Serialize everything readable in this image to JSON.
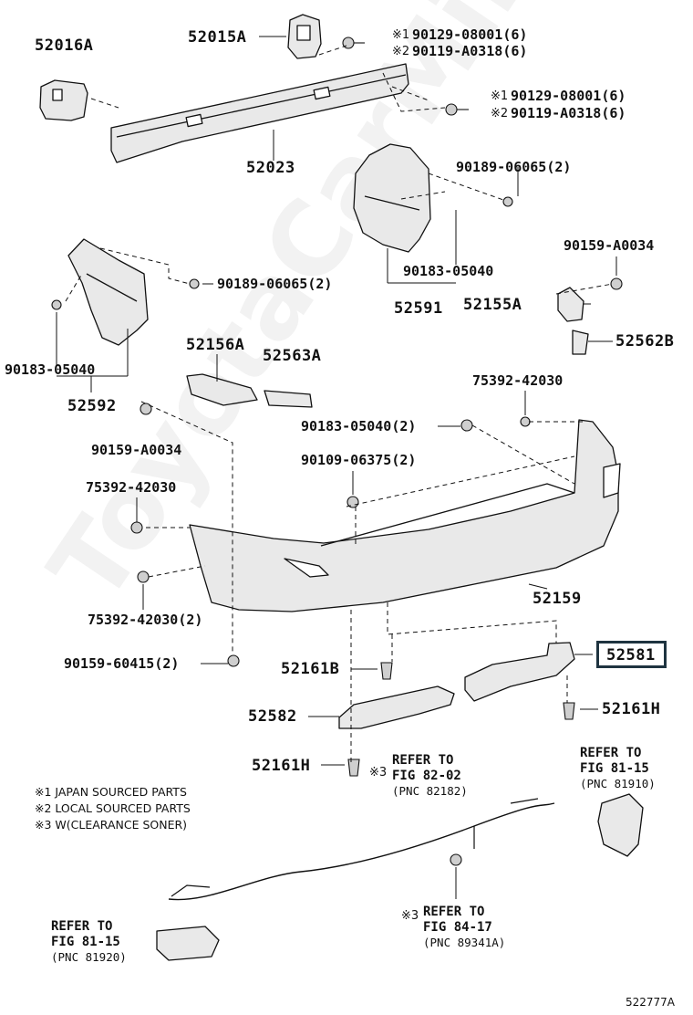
{
  "parts": {
    "p52016A": "52016A",
    "p52015A": "52015A",
    "p52023": "52023",
    "p90189_a": "90189-06065(2)",
    "p90189_b": "90189-06065(2)",
    "p90183_a": "90183-05040",
    "p90183_b": "90183-05040",
    "p90183_c": "90183-05040(2)",
    "p52591": "52591",
    "p52592": "52592",
    "p90159_a": "90159-A0034",
    "p90159_b": "90159-A0034",
    "p52155A": "52155A",
    "p52562B": "52562B",
    "p52156A": "52156A",
    "p52563A": "52563A",
    "p75392_a": "75392-42030",
    "p75392_b": "75392-42030",
    "p75392_c": "75392-42030(2)",
    "p90109": "90109-06375(2)",
    "p52159": "52159",
    "p90159_60415": "90159-60415(2)",
    "p52161B": "52161B",
    "p52581": "52581",
    "p52582": "52582",
    "p52161H_a": "52161H",
    "p52161H_b": "52161H"
  },
  "bolts_top": {
    "l1_mark": "※1",
    "l1": "90129-08001(6)",
    "l2_mark": "※2",
    "l2": "90119-A0318(6)",
    "r1_mark": "※1",
    "r1": "90129-08001(6)",
    "r2_mark": "※2",
    "r2": "90119-A0318(6)"
  },
  "notes": {
    "n1": "※1 JAPAN SOURCED PARTS",
    "n2": "※2 LOCAL SOURCED PARTS",
    "n3": "※3 W(CLEARANCE SONER)"
  },
  "refs": {
    "r8202_mark": "※3",
    "r8202_a": "REFER TO",
    "r8202_b": "FIG 82-02",
    "r8202_c": "(PNC 82182)",
    "r8115a_a": "REFER TO",
    "r8115a_b": "FIG 81-15",
    "r8115a_c": "(PNC 81910)",
    "r8417_mark": "※3",
    "r8417_a": "REFER TO",
    "r8417_b": "FIG 84-17",
    "r8417_c": "(PNC 89341A)",
    "r8115b_a": "REFER TO",
    "r8115b_b": "FIG 81-15",
    "r8115b_c": "(PNC 81920)"
  },
  "diagram_code": "522777A",
  "watermark": "ToyotaCarMine.ru",
  "colors": {
    "line": "#111111",
    "highlight_box": "#1f3440",
    "part_fill": "#e9e9e9"
  }
}
